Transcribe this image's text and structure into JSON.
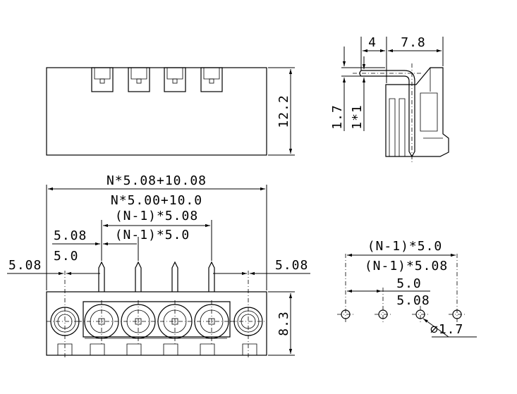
{
  "drawing_title": "",
  "top_view": {
    "height_dim": "12.2",
    "contact_count": 4
  },
  "side_view": {
    "width_dims": [
      "4",
      "7.8"
    ],
    "height_dims": [
      "1.7",
      "1*1"
    ]
  },
  "front_view": {
    "overall_length_508": "N*5.08+10.08",
    "overall_length_500": "N*5.00+10.0",
    "span_508": "(N-1)*5.08",
    "span_500": "(N-1)*5.0",
    "first_pitch_508": "5.08",
    "first_pitch_500": "5.0",
    "left_offset": "5.08",
    "right_offset": "5.08",
    "height_dim": "8.3",
    "pin_count": 4
  },
  "pcb_layout": {
    "span_500": "(N-1)*5.0",
    "span_508": "(N-1)*5.08",
    "pitch_500": "5.0",
    "pitch_508": "5.08",
    "hole_diameter": "∅1.7",
    "hole_count": 4
  }
}
